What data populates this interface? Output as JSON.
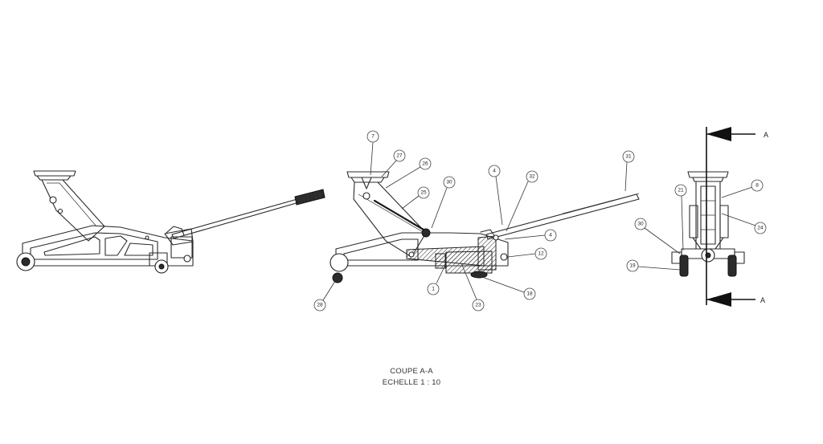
{
  "drawing": {
    "caption_view": "COUPE A-A",
    "caption_scale": "ECHELLE 1 : 10",
    "section_label_top": "A",
    "section_label_bottom": "A"
  },
  "balloons_middle": [
    "7",
    "27",
    "26",
    "25",
    "30",
    "4",
    "32",
    "31",
    "4",
    "12",
    "18",
    "23",
    "1",
    "28"
  ],
  "balloons_right": [
    "21",
    "8",
    "24",
    "30",
    "19"
  ]
}
